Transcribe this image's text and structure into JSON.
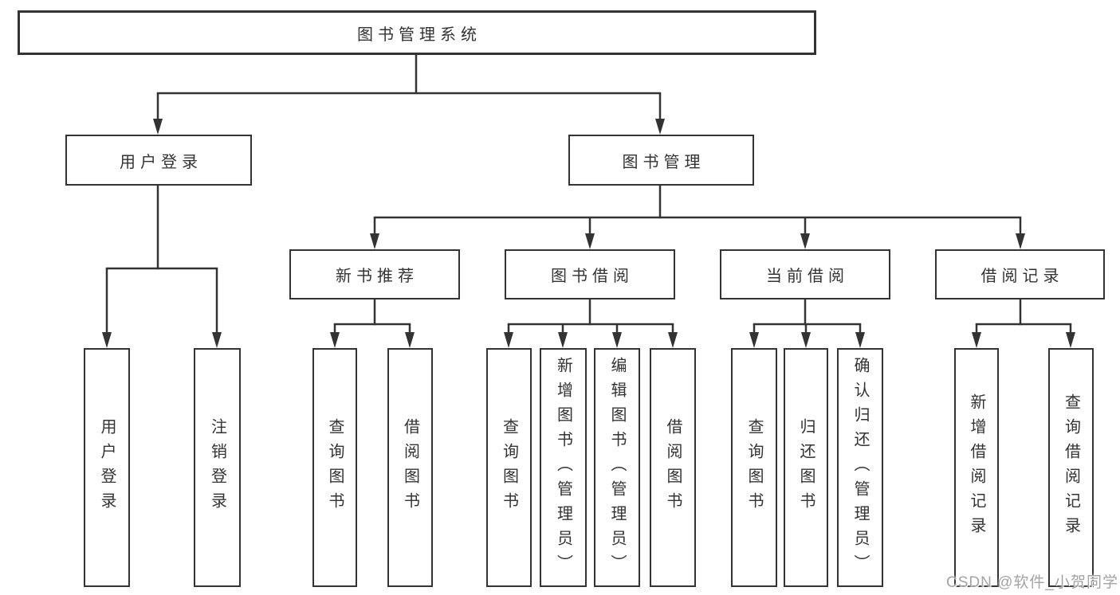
{
  "tree": {
    "label": "图书管理系统",
    "children": [
      {
        "label": "用户登录",
        "children": [
          {
            "label": "用户登录"
          },
          {
            "label": "注销登录"
          }
        ]
      },
      {
        "label": "图书管理",
        "children": [
          {
            "label": "新书推荐",
            "children": [
              {
                "label": "查询图书"
              },
              {
                "label": "借阅图书"
              }
            ]
          },
          {
            "label": "图书借阅",
            "children": [
              {
                "label": "查询图书"
              },
              {
                "label": "新增图书（管理员）"
              },
              {
                "label": "编辑图书（管理员）"
              },
              {
                "label": "借阅图书"
              }
            ]
          },
          {
            "label": "当前借阅",
            "children": [
              {
                "label": "查询图书"
              },
              {
                "label": "归还图书"
              },
              {
                "label": "确认归还（管理员）"
              }
            ]
          },
          {
            "label": "借阅记录",
            "children": [
              {
                "label": "新增借阅记录"
              },
              {
                "label": "查询借阅记录"
              }
            ]
          }
        ]
      }
    ]
  },
  "watermark": "CSDN @软件_小贺同学",
  "colors": {
    "line": "#333333",
    "text": "#333333",
    "box_background": "#ffffff",
    "page_background": "#ffffff",
    "watermark": "#a3a3a3"
  }
}
